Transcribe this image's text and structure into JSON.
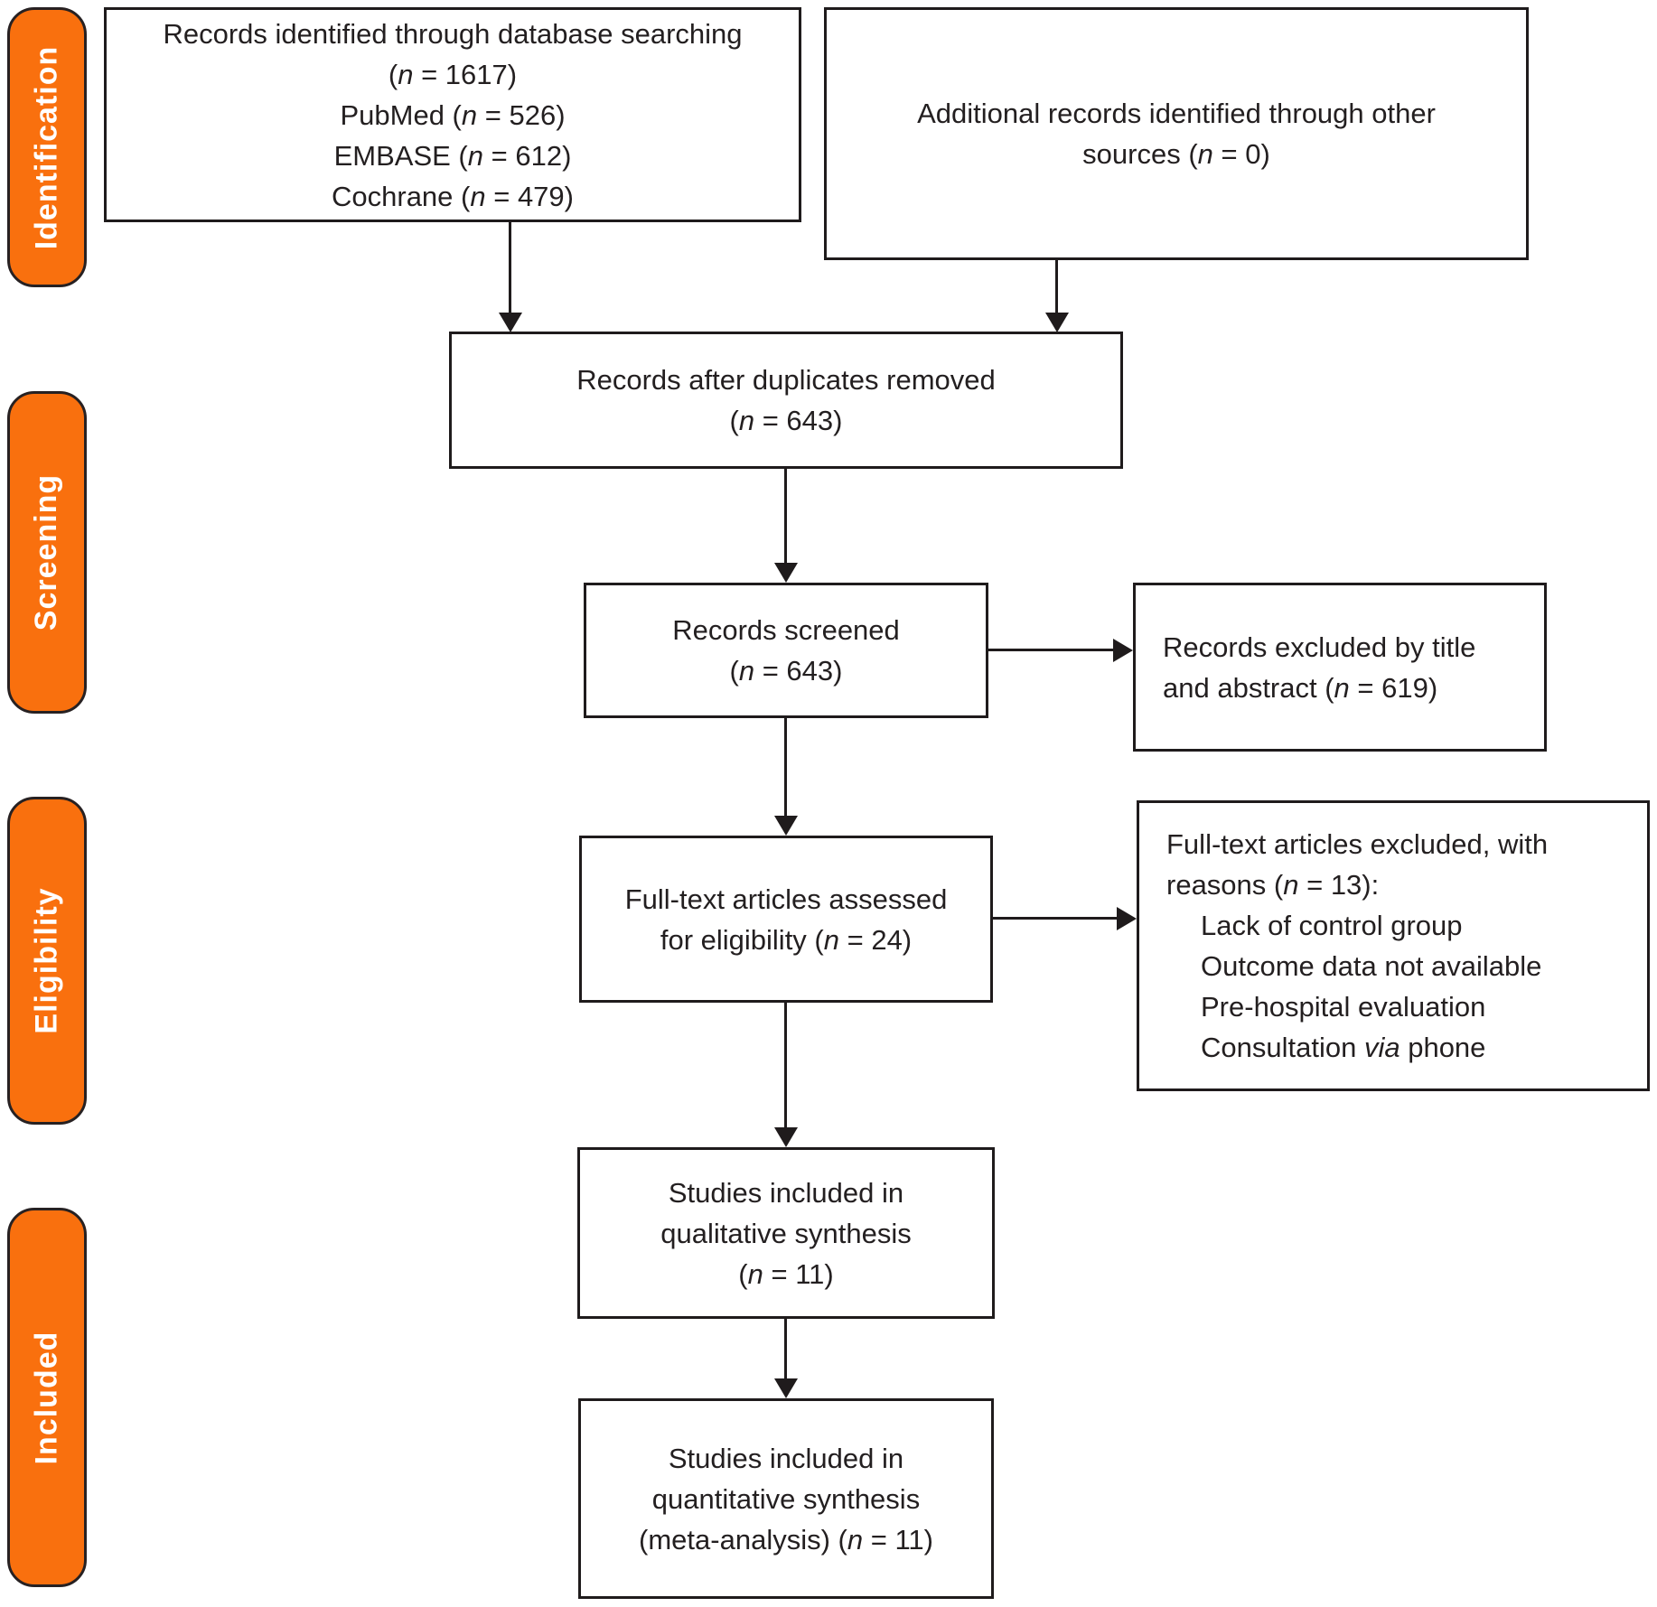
{
  "palette": {
    "orange": "#F9700E",
    "ink": "#231F20",
    "box_border": "#1F1B1C",
    "badge_text": "#FFFFFF",
    "background": "#FFFFFF"
  },
  "sidebar": {
    "items": [
      "Identification",
      "Screening",
      "Eligibility",
      "Included"
    ]
  },
  "boxes": {
    "identified": {
      "lines": [
        [
          {
            "t": "Records identified through database searching"
          }
        ],
        [
          {
            "t": "("
          },
          {
            "t": "n",
            "i": true
          },
          {
            "t": " = 1617)"
          }
        ],
        [
          {
            "t": "PubMed ("
          },
          {
            "t": "n",
            "i": true
          },
          {
            "t": " = 526)"
          }
        ],
        [
          {
            "t": "EMBASE ("
          },
          {
            "t": "n",
            "i": true
          },
          {
            "t": " = 612)"
          }
        ],
        [
          {
            "t": "Cochrane ("
          },
          {
            "t": "n",
            "i": true
          },
          {
            "t": " = 479)"
          }
        ]
      ]
    },
    "additional": {
      "lines": [
        [
          {
            "t": "Additional records identified through other"
          }
        ],
        [
          {
            "t": "sources ("
          },
          {
            "t": "n",
            "i": true
          },
          {
            "t": " = 0)"
          }
        ]
      ]
    },
    "duplicates": {
      "lines": [
        [
          {
            "t": "Records after duplicates removed"
          }
        ],
        [
          {
            "t": "("
          },
          {
            "t": "n",
            "i": true
          },
          {
            "t": " = 643)"
          }
        ]
      ]
    },
    "screened": {
      "lines": [
        [
          {
            "t": "Records screened"
          }
        ],
        [
          {
            "t": "("
          },
          {
            "t": "n",
            "i": true
          },
          {
            "t": " = 643)"
          }
        ]
      ]
    },
    "excluded_title_abstract": {
      "lines": [
        [
          {
            "t": "Records excluded by title"
          }
        ],
        [
          {
            "t": "and abstract ("
          },
          {
            "t": "n",
            "i": true
          },
          {
            "t": " = 619)"
          }
        ]
      ]
    },
    "fulltext_assessed": {
      "lines": [
        [
          {
            "t": "Full-text articles assessed"
          }
        ],
        [
          {
            "t": "for eligibility ("
          },
          {
            "t": "n",
            "i": true
          },
          {
            "t": " = 24)"
          }
        ]
      ]
    },
    "fulltext_excluded": {
      "lines": [
        [
          {
            "t": "Full-text articles excluded, with"
          }
        ],
        [
          {
            "t": "reasons ("
          },
          {
            "t": "n",
            "i": true
          },
          {
            "t": " = 13):"
          }
        ],
        [
          {
            "t": "Lack of control group"
          }
        ],
        [
          {
            "t": "Outcome data not available"
          }
        ],
        [
          {
            "t": "Pre-hospital evaluation"
          }
        ],
        [
          {
            "t": "Consultation "
          },
          {
            "t": "via",
            "i": true
          },
          {
            "t": " phone"
          }
        ]
      ]
    },
    "qualitative": {
      "lines": [
        [
          {
            "t": "Studies included in"
          }
        ],
        [
          {
            "t": "qualitative synthesis"
          }
        ],
        [
          {
            "t": "("
          },
          {
            "t": "n",
            "i": true
          },
          {
            "t": " = 11)"
          }
        ]
      ]
    },
    "quantitative": {
      "lines": [
        [
          {
            "t": "Studies included in"
          }
        ],
        [
          {
            "t": "quantitative synthesis"
          }
        ],
        [
          {
            "t": "(meta-analysis) ("
          },
          {
            "t": "n",
            "i": true
          },
          {
            "t": " = 11)"
          }
        ]
      ]
    }
  }
}
